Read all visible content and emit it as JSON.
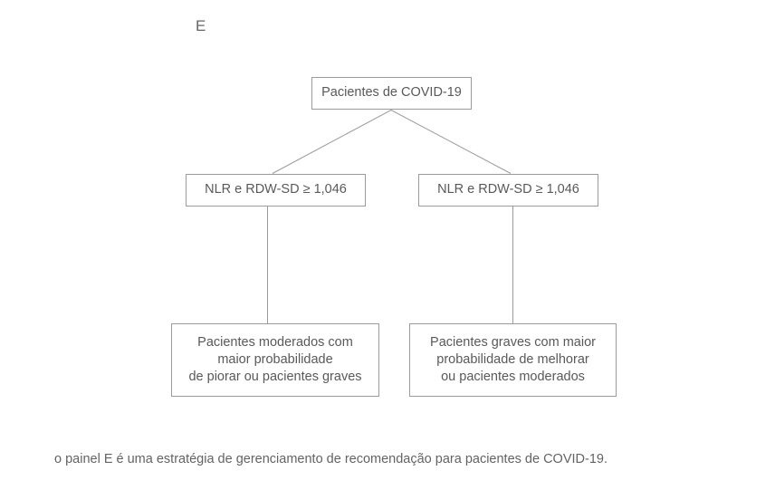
{
  "figure": {
    "panel_label": "E",
    "caption": "o painel E é uma estratégia de gerenciamento de recomendação para pacientes de COVID-19.",
    "border_color": "#9b9b9b",
    "text_color": "#595959",
    "background_color": "#ffffff"
  },
  "chart_data": {
    "type": "diagram",
    "title": "E",
    "subtype": "flowchart",
    "caption": "o painel E é uma estratégia de gerenciamento de recomendação para pacientes de COVID-19.",
    "nodes": [
      {
        "id": "root",
        "label": "Pacientes de COVID-19",
        "level": 0
      },
      {
        "id": "criteria-left",
        "label": "NLR e RDW-SD ≥ 1,046",
        "level": 1
      },
      {
        "id": "criteria-right",
        "label": "NLR e RDW-SD ≥ 1,046",
        "level": 1
      },
      {
        "id": "outcome-left",
        "label": "Pacientes moderados com\nmaior probabilidade\nde piorar ou pacientes graves",
        "level": 2
      },
      {
        "id": "outcome-right",
        "label": "Pacientes graves com maior\nprobabilidade de melhorar\nou pacientes moderados",
        "level": 2
      }
    ],
    "edges": [
      {
        "from": "root",
        "to": "criteria-left",
        "style": "diagonal"
      },
      {
        "from": "root",
        "to": "criteria-right",
        "style": "diagonal"
      },
      {
        "from": "criteria-left",
        "to": "outcome-left",
        "style": "vertical"
      },
      {
        "from": "criteria-right",
        "to": "outcome-right",
        "style": "vertical"
      }
    ]
  }
}
